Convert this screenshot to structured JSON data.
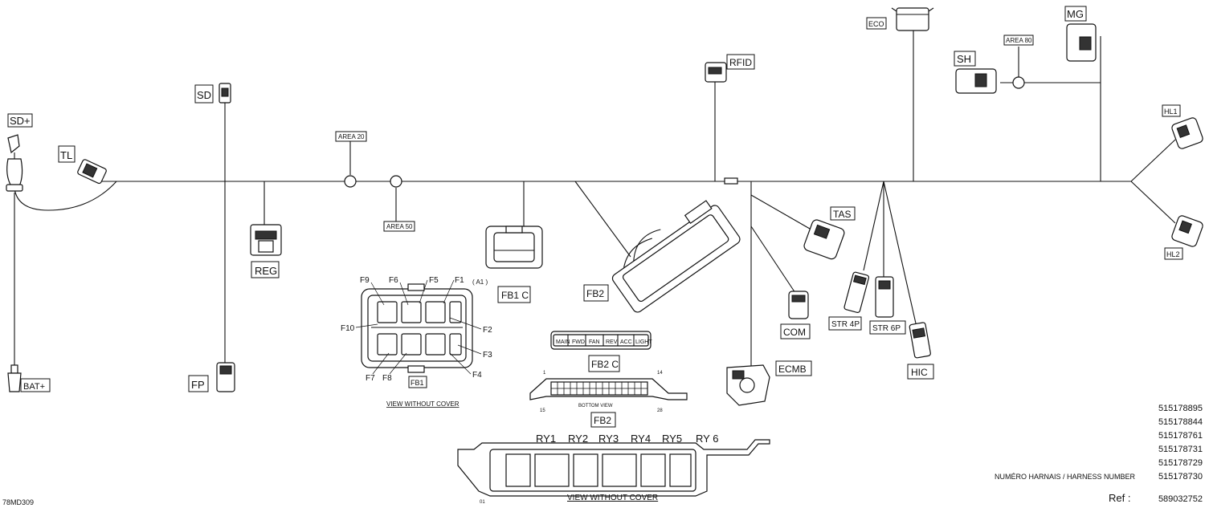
{
  "connectors": {
    "sd_plus": "SD+",
    "sd": "SD",
    "tl": "TL",
    "reg": "REG",
    "fp": "FP",
    "bat_plus": "BAT+",
    "area_20": "AREA 20",
    "area_50": "AREA 50",
    "area_80": "AREA 80",
    "fb1c": "FB1 C",
    "fb2": "FB2",
    "fb2c": "FB2 C",
    "fb1": "FB1",
    "rfid": "RFID",
    "eco": "ECO",
    "sh": "SH",
    "mg": "MG",
    "hl1": "HL1",
    "hl2": "HL2",
    "tas": "TAS",
    "com": "COM",
    "ecmb": "ECMB",
    "str4p": "STR 4P",
    "str6p": "STR 6P",
    "hic": "HIC"
  },
  "fuses": {
    "f1": "F1",
    "a1": "( A1 )",
    "f2": "F2",
    "f3": "F3",
    "f4": "F4",
    "f5": "F5",
    "f6": "F6",
    "f7": "F7",
    "f8": "F8",
    "f9": "F9",
    "f10": "F10"
  },
  "relays": {
    "ry1": "RY1",
    "ry2": "RY2",
    "ry3": "RY3",
    "ry4": "RY4",
    "ry5": "RY5",
    "ry6": "RY 6"
  },
  "fb2c_strip": {
    "main": "MAIN",
    "fwd": "FWD",
    "fan": "FAN",
    "rev": "REV",
    "acc": "ACC",
    "light": "LIGHT"
  },
  "captions": {
    "view_without_cover": "VIEW WITHOUT COVER",
    "bottom_view": "BOTTOM VIEW"
  },
  "pins": {
    "p1": "1",
    "p14": "14",
    "p15": "15",
    "p28": "28",
    "p01": "01"
  },
  "harness": {
    "numbers": [
      "515178895",
      "515178844",
      "515178761",
      "515178731",
      "515178729",
      "515178730"
    ],
    "label": "NUMÉRO HARNAIS / HARNESS NUMBER",
    "ref_label": "Ref :",
    "ref_value": "589032752",
    "drawing_id": "78MD309"
  }
}
